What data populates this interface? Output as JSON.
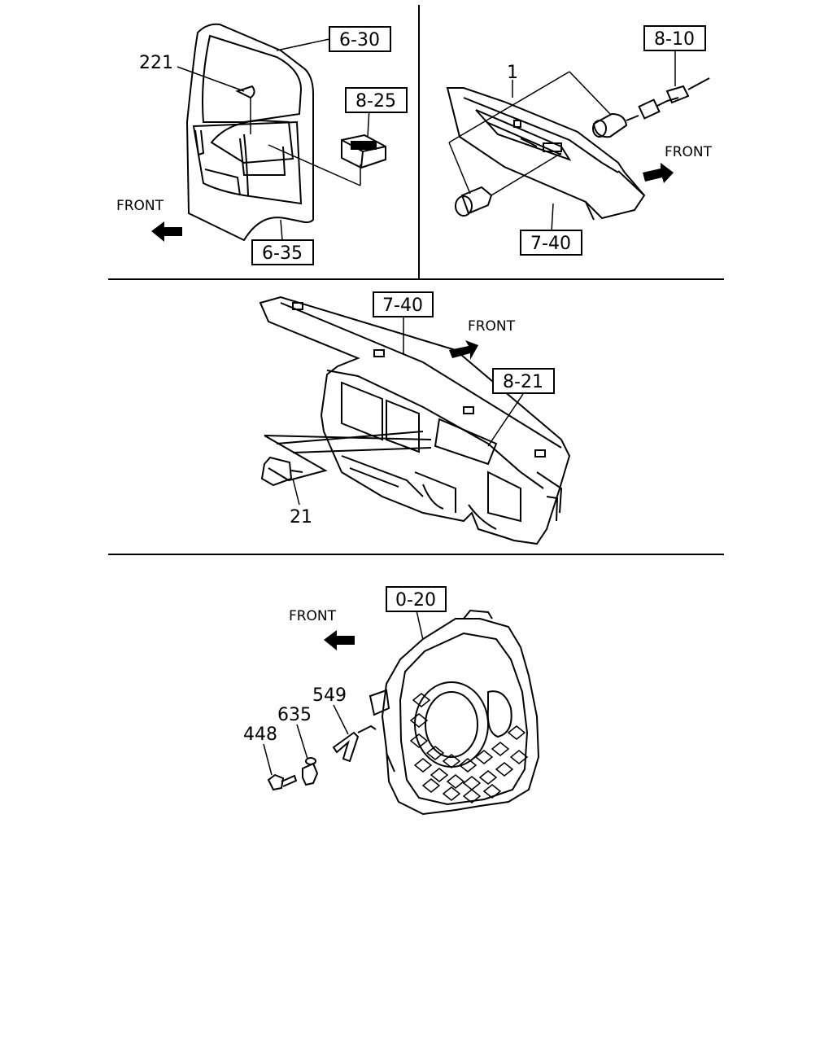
{
  "panel_top_left": {
    "ref_door_frame": "6-30",
    "ref_switch": "8-25",
    "ref_door_panel": "6-35",
    "part_callout": "221",
    "front_label": "FRONT"
  },
  "panel_top_right": {
    "ref_connector": "8-10",
    "ref_trim": "7-40",
    "part_callout": "1",
    "front_label": "FRONT"
  },
  "panel_middle": {
    "ref_dashboard": "7-40",
    "ref_cluster": "8-21",
    "part_callout": "21",
    "front_label": "FRONT"
  },
  "panel_bottom": {
    "ref_housing": "0-20",
    "callout_bolt": "448",
    "callout_sensor": "635",
    "callout_bracket": "549",
    "front_label": "FRONT"
  }
}
